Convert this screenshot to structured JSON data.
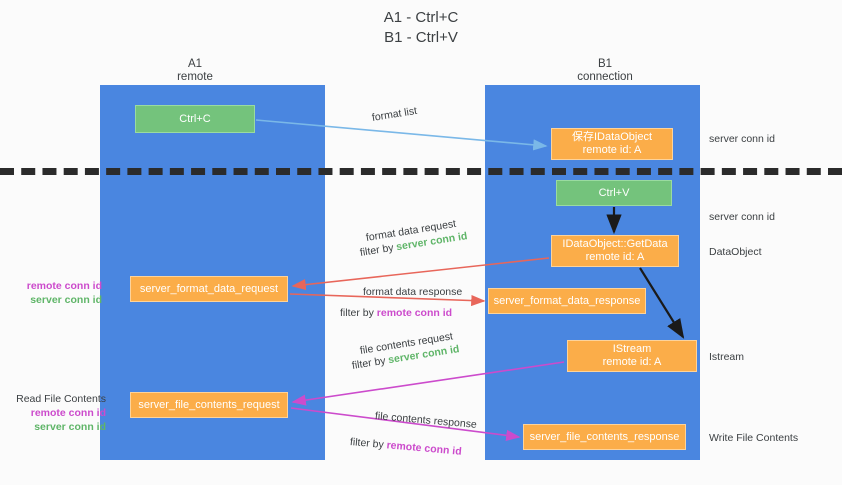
{
  "title": {
    "line1": "A1 - Ctrl+C",
    "line2": "B1 - Ctrl+V"
  },
  "columns": {
    "a1": {
      "name": "A1",
      "sub": "remote"
    },
    "b1": {
      "name": "B1",
      "sub": "connection"
    }
  },
  "nodes": {
    "ctrl_c": {
      "label": "Ctrl+C",
      "color": "#74c37c"
    },
    "save_dataobject": {
      "line1": "保存IDataObject",
      "line2": "remote id: A",
      "color": "#fbad49"
    },
    "ctrl_v": {
      "label": "Ctrl+V",
      "color": "#74c37c"
    },
    "getdata": {
      "line1": "IDataObject::GetData",
      "line2": "remote id: A",
      "color": "#fbad49"
    },
    "istream": {
      "line1": "IStream",
      "line2": "remote id: A",
      "color": "#fbad49"
    },
    "format_data_request": {
      "label": "server_format_data_request",
      "color": "#fbad49"
    },
    "format_data_response": {
      "label": "server_format_data_response",
      "color": "#fbad49"
    },
    "file_contents_request": {
      "label": "server_file_contents_request",
      "color": "#fbad49"
    },
    "file_contents_response": {
      "label": "server_file_contents_response",
      "color": "#fbad49"
    }
  },
  "edge_labels": {
    "format_list": "format list",
    "format_data_request": "format data request",
    "format_data_request_filter_prefix": "filter by ",
    "format_data_request_filter_key": "server conn id",
    "format_data_response": "format data response",
    "format_data_response_filter_prefix": "filter by ",
    "format_data_response_filter_key": "remote conn id",
    "file_contents_request": "file contents request",
    "file_contents_request_filter_prefix": "filter by ",
    "file_contents_request_filter_key": "server conn id",
    "file_contents_response": "file contents response",
    "file_contents_response_filter_prefix": "filter by ",
    "file_contents_response_filter_key": "remote conn id"
  },
  "annotations": {
    "left_mid_remote": "remote conn id",
    "left_mid_server": "server conn id",
    "read_file_contents": "Read File Contents",
    "left_low_remote": "remote conn id",
    "left_low_server": "server conn id",
    "right_server_top": "server conn id",
    "right_server_mid": "server conn id",
    "right_dataobject": "DataObject",
    "right_istream": "Istream",
    "right_write_file_contents": "Write File Contents"
  },
  "colors": {
    "lane": "#4a86e0",
    "green": "#74c37c",
    "orange": "#fbad49",
    "server_conn": "#5fb568",
    "remote_conn": "#cc4bcc",
    "arrow_blue": "#7ab8e8",
    "arrow_red": "#e8665a",
    "arrow_magenta": "#cc4bcc",
    "arrow_dark": "#1a1a1a",
    "divider": "#2b2b2b",
    "background": "#fbfbfb"
  }
}
